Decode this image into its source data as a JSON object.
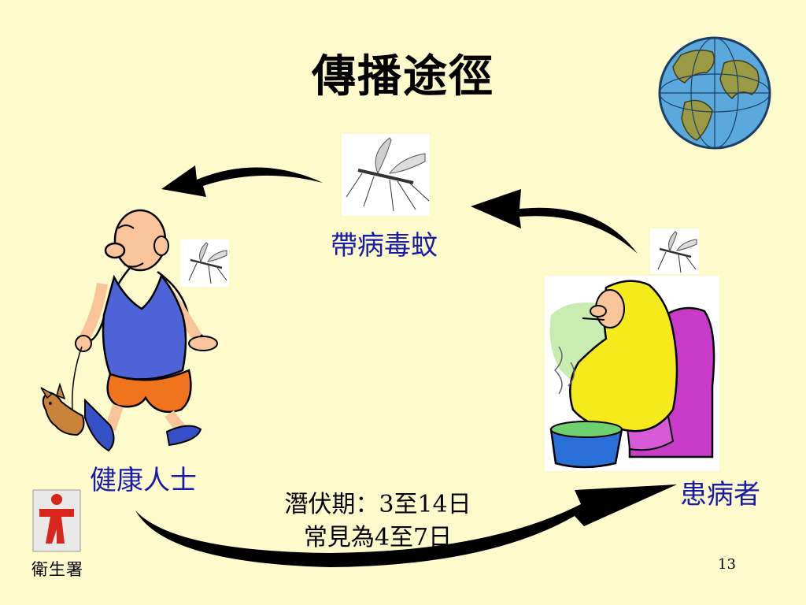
{
  "slide": {
    "title": "傳播途徑",
    "mosquito_label": "帶病毒蚊",
    "healthy_label": "健康人士",
    "patient_label": "患病者",
    "incubation_line1": "潛伏期：3至14日",
    "incubation_line2": "常見為4至7日",
    "page_number": "13",
    "logo_text": "衛生署"
  },
  "colors": {
    "background": "#fdfacb",
    "label_blue": "#1a1aa8",
    "arrow_black": "#000000",
    "logo_red": "#d9261c"
  },
  "icons": [
    "globe-icon",
    "mosquito-icon",
    "healthy-man-illustration",
    "sick-person-illustration",
    "dog-illustration",
    "department-of-health-logo"
  ]
}
